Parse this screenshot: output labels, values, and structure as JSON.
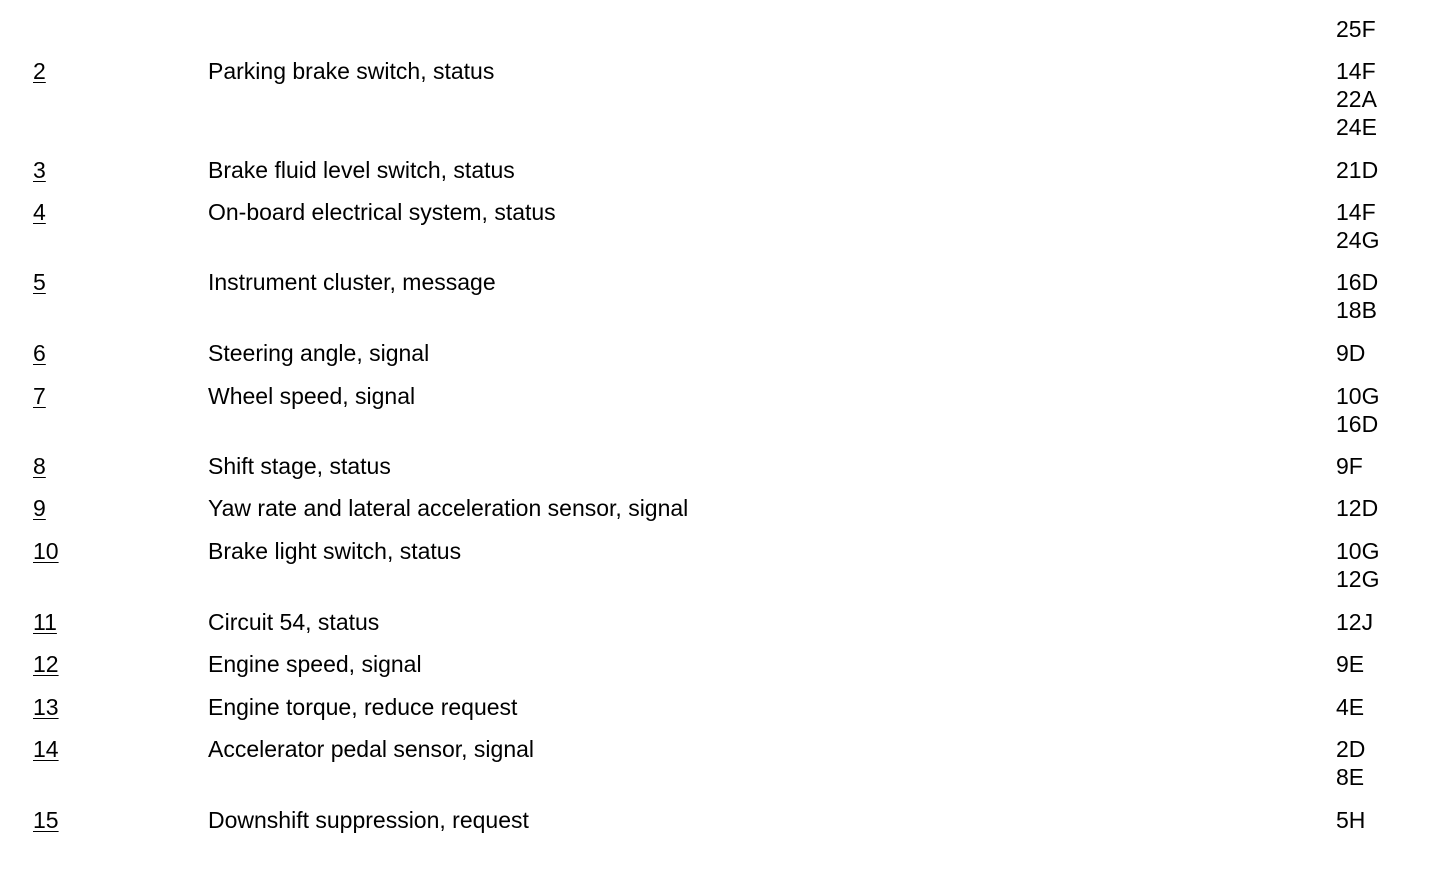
{
  "header_refs": [
    "25F"
  ],
  "rows": [
    {
      "number": "2",
      "description": "Parking brake switch, status",
      "refs": [
        "14F",
        "22A",
        "24E"
      ]
    },
    {
      "number": "3",
      "description": "Brake fluid level switch, status",
      "refs": [
        "21D"
      ]
    },
    {
      "number": "4",
      "description": "On-board electrical system, status",
      "refs": [
        "14F",
        "24G"
      ]
    },
    {
      "number": "5",
      "description": "Instrument cluster, message",
      "refs": [
        "16D",
        "18B"
      ]
    },
    {
      "number": "6",
      "description": "Steering angle, signal",
      "refs": [
        "9D"
      ]
    },
    {
      "number": "7",
      "description": "Wheel speed, signal",
      "refs": [
        "10G",
        "16D"
      ]
    },
    {
      "number": "8",
      "description": "Shift stage, status",
      "refs": [
        "9F"
      ]
    },
    {
      "number": "9",
      "description": "Yaw rate and lateral acceleration sensor, signal",
      "refs": [
        "12D"
      ]
    },
    {
      "number": "10",
      "description": "Brake light switch, status",
      "refs": [
        "10G",
        "12G"
      ]
    },
    {
      "number": "11",
      "description": "Circuit 54, status",
      "refs": [
        "12J"
      ]
    },
    {
      "number": "12",
      "description": "Engine speed, signal",
      "refs": [
        "9E"
      ]
    },
    {
      "number": "13",
      "description": "Engine torque, reduce request",
      "refs": [
        "4E"
      ]
    },
    {
      "number": "14",
      "description": "Accelerator pedal sensor, signal",
      "refs": [
        "2D",
        "8E"
      ]
    },
    {
      "number": "15",
      "description": "Downshift suppression, request",
      "refs": [
        "5H"
      ]
    }
  ]
}
